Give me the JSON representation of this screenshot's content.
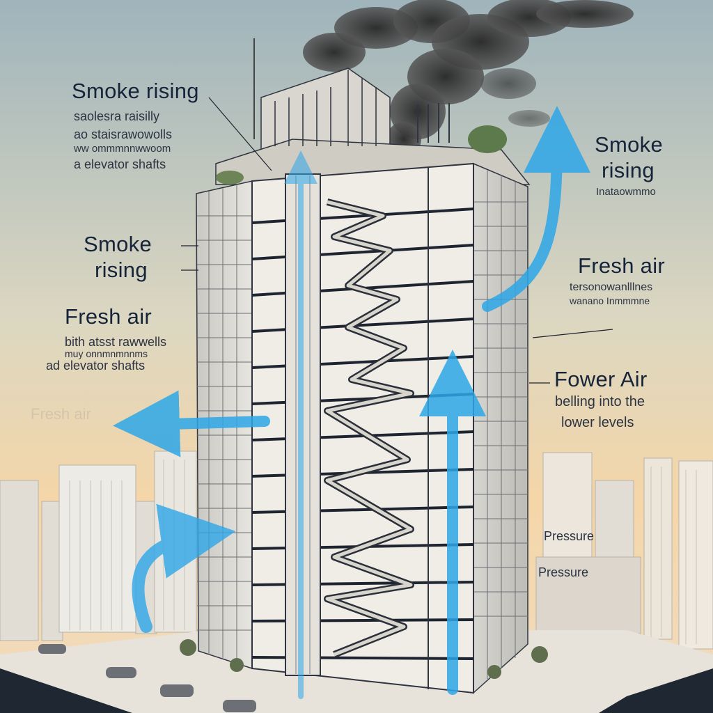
{
  "labels": {
    "top_left_title": "Smoke rising",
    "top_left_line1": "​saolesra raisilly",
    "top_left_line2": "ao staisrawowolls",
    "top_left_line3": "ww ommmnnwwoom",
    "top_left_line4": "a elevator shafts",
    "left_mid_title_line1": "Smoke",
    "left_mid_title_line2": "rising",
    "left_fresh_title": "Fresh air",
    "left_fresh_line1": "bith atsst rawwells",
    "left_fresh_line2": "muy onnmnmnnms",
    "left_fresh_line3": "ad elevator shafts",
    "ghost_fresh": "Fresh air",
    "right_top_title_line1": "Smoke",
    "right_top_title_line2": "rising",
    "right_top_sub": "Inataowmmo",
    "right_fresh_title": "Fresh air",
    "right_fresh_line1": "tersonowanlllnes",
    "right_fresh_line2": "wanano Inmmmne",
    "right_lower_title": "Fower Air",
    "right_lower_line1": "belling into the",
    "right_lower_line2": "lower levels",
    "pressure_1": "Pressure",
    "pressure_2": "Pressure"
  },
  "colors": {
    "sky_top": "#a9bcc0",
    "sky_bottom": "#f4d6a8",
    "arrow_blue": "#2ea7e8",
    "building_facade": "#dcdad3",
    "building_line": "#2f3440",
    "smoke": "#3a3a3a",
    "ground": "#e8e3dc",
    "text": "#16243a"
  }
}
